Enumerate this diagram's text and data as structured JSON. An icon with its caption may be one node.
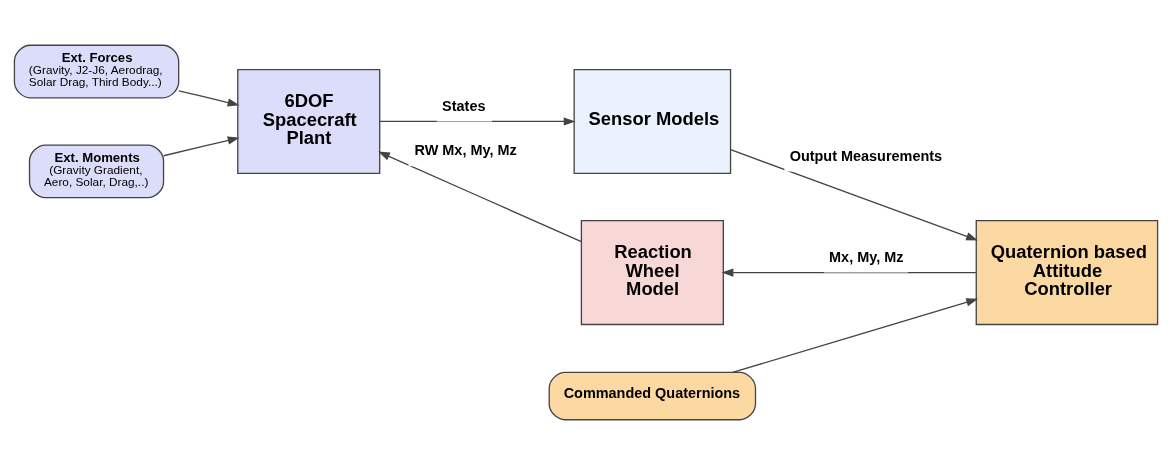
{
  "diagram": {
    "nodes": [
      {
        "text": [
          "Ext. Forces",
          "(Gravity, J2-J6, Aerodrag, Solar Drag, Third Body...)"
        ]
      },
      {
        "text": [
          "Ext. Moments",
          "(Gravity Gradient, Aero, Solar, Drag,..)"
        ]
      },
      {
        "text": [
          "6DOF Spacecraft Plant"
        ]
      },
      {
        "text": [
          "Sensor Models"
        ]
      },
      {
        "text": [
          "Commanded Quaternions"
        ]
      },
      {
        "text": [
          "Quaternion based Attitude Controller"
        ]
      },
      {
        "text": [
          "Reaction Wheel Model"
        ]
      }
    ],
    "edges": [
      {
        "from": 0,
        "to": 2,
        "arrow": "to"
      },
      {
        "from": 1,
        "to": 2,
        "arrow": "to"
      },
      {
        "from": 2,
        "to": 3,
        "arrow": "to",
        "label": "States"
      },
      {
        "from": 3,
        "to": 5,
        "arrow": "to",
        "label": "Output Measurements"
      },
      {
        "from": 4,
        "to": 5,
        "arrow": "to"
      },
      {
        "from": 5,
        "to": 6,
        "arrow": "to",
        "label": "Mx, My, Mz"
      },
      {
        "from": 6,
        "to": 2,
        "arrow": "to",
        "label": "RW Mx, My, Mz"
      }
    ]
  }
}
